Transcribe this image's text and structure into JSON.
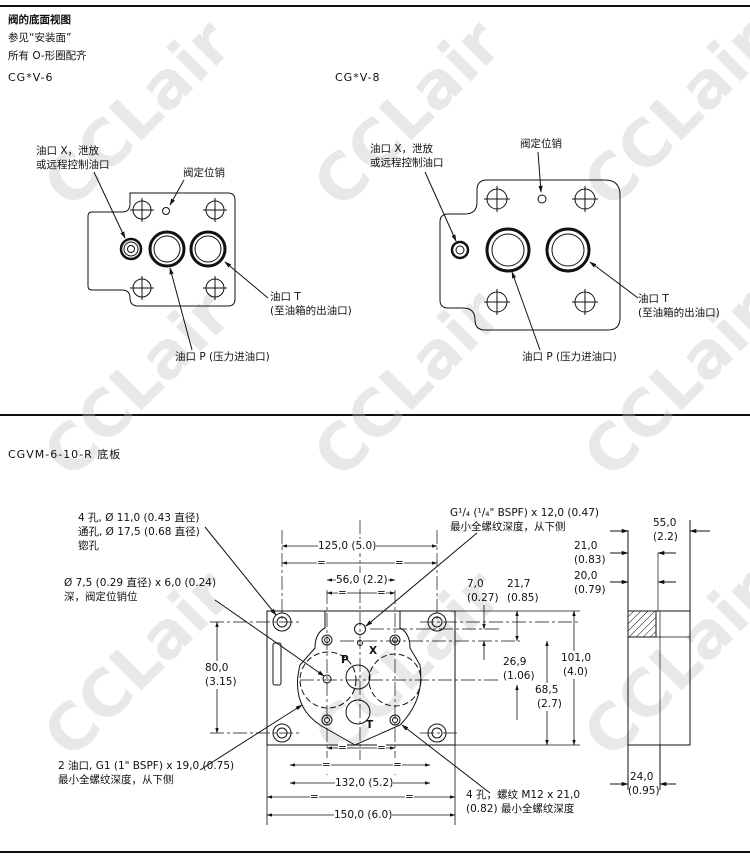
{
  "header": {
    "title": "阀的底面视图",
    "line2": "参见“安装面”",
    "line3": "所有 O-形圈配齐"
  },
  "cgv6": {
    "model": "CG*V-6",
    "port_x_1": "油口 X，泄放",
    "port_x_2": "或远程控制油口",
    "pin": "阀定位销",
    "port_t_1": "油口 T",
    "port_t_2": "(至油箱的出油口)",
    "port_p": "油口 P (压力进油口)"
  },
  "cgv8": {
    "model": "CG*V-8",
    "port_x_1": "油口 X，泄放",
    "port_x_2": "或远程控制油口",
    "pin": "阀定位销",
    "port_t_1": "油口 T",
    "port_t_2": "(至油箱的出油口)",
    "port_p": "油口 P (压力进油口)"
  },
  "subplate": {
    "title": "CGVM-6-10-R  底板",
    "note_holes_1": "4 孔, Ø 11,0 (0.43 直径)",
    "note_holes_2": "通孔, Ø 17,5 (0.68 直径)",
    "note_holes_3": "锪孔",
    "note_pin_1": "Ø 7,5 (0.29 直径) x 6,0 (0.24)",
    "note_pin_2": "深，阀定位销位",
    "note_g14_1": "G¹/₄ (¹/₄\" BSPF) x 12,0 (0.47)",
    "note_g14_2": "最小全螺纹深度，从下侧",
    "note_ports_1": "2 油口, G1 (1\" BSPF) x 19,0 (0.75)",
    "note_ports_2": "最小全螺纹深度，从下侧",
    "note_m12_1": "4 孔，螺纹 M12 x 21,0",
    "note_m12_2": "(0.82) 最小全螺纹深度",
    "eq": "=",
    "label_p": "P",
    "label_x": "X",
    "label_t": "T",
    "dims": {
      "d125": "125,0 (5.0)",
      "d56": "56,0 (2.2)",
      "d7_a": "7,0",
      "d7_b": "(0.27)",
      "d21_7_a": "21,7",
      "d21_7_b": "(0.85)",
      "d21_a": "21,0",
      "d21_b": "(0.83)",
      "d20_a": "20,0",
      "d20_b": "(0.79)",
      "d55_a": "55,0",
      "d55_b": "(2.2)",
      "d80_a": "80,0",
      "d80_b": "(3.15)",
      "d26_9_a": "26,9",
      "d26_9_b": "(1.06)",
      "d101_a": "101,0",
      "d101_b": "(4.0)",
      "d68_5_a": "68,5",
      "d68_5_b": "(2.7)",
      "d132": "132,0 (5.2)",
      "d150": "150,0 (6.0)",
      "d24_a": "24,0",
      "d24_b": "(0.95)"
    }
  },
  "watermark": "CCLair"
}
